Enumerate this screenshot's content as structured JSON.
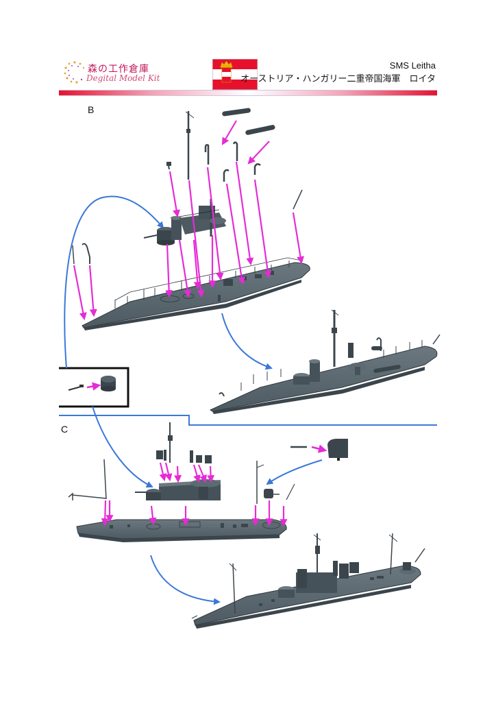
{
  "header": {
    "logo": {
      "name_jp": "森の工作倉庫",
      "name_en": "Degital Model Kit"
    },
    "flag": {
      "icon": "austro-hungarian-naval-ensign",
      "colors": {
        "red": "#e8112d",
        "white": "#ffffff",
        "crown": "#f2b705"
      }
    },
    "title_en": "SMS Leitha",
    "title_jp": "オーストリア・ハンガリー二重帝国海軍　ロイタ"
  },
  "sections": [
    {
      "label": "B",
      "description": "Superstructure, masts, davits and boats attach to hull; detail: gun attaches to turret"
    },
    {
      "label": "C",
      "description": "Second configuration: superstructure, funnels, turret and masts attach to hull"
    }
  ],
  "colors": {
    "arrow_magenta": "#e62bd6",
    "arrow_blue": "#3a78d8",
    "hull_gray": "#55626a",
    "hull_dark": "#3b454c",
    "section_divider": "#3a78d8",
    "detail_box": "#111111"
  },
  "icons": {
    "magenta_arrow": "part-placement-arrow",
    "blue_arrow": "assembly-flow-arrow"
  }
}
